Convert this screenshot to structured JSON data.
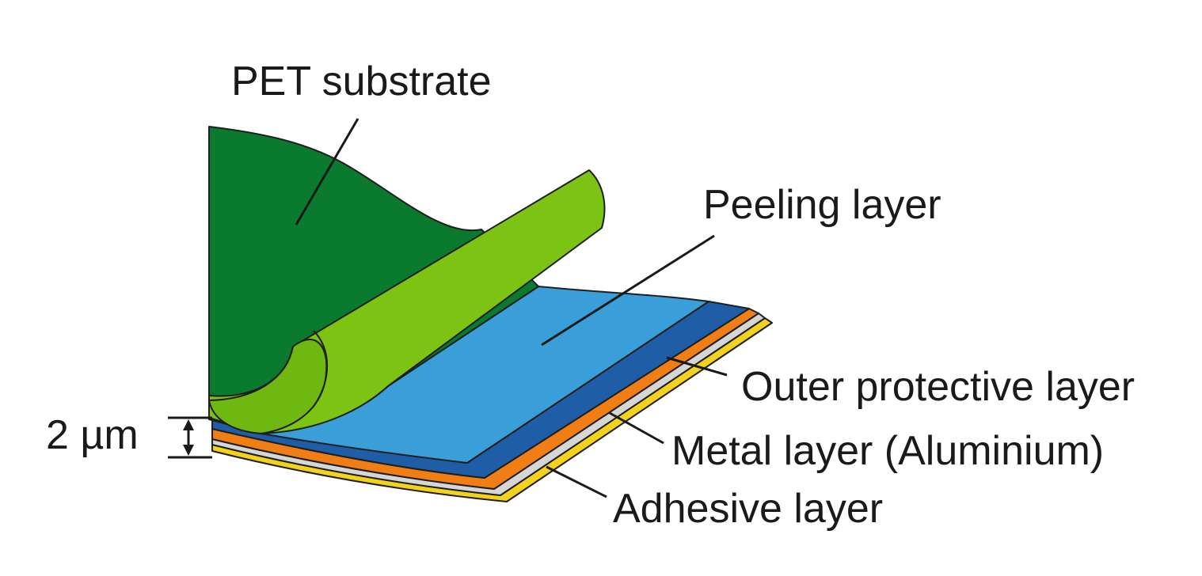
{
  "labels": {
    "pet_substrate": "PET substrate",
    "peeling_layer": "Peeling layer",
    "outer_protective_layer": "Outer protective layer",
    "metal_layer": "Metal layer (Aluminium)",
    "adhesive_layer": "Adhesive layer",
    "thickness": "2 µm"
  },
  "colors": {
    "pet_substrate": "#0a7a2f",
    "peeling_film": "#7dc313",
    "peeling_layer": "#3a9ed9",
    "outer_protective_layer": "#1f5ea6",
    "metal_layer_orange": "#f07e14",
    "metal_layer_silver": "#d6d6d6",
    "adhesive_layer": "#f2d21c"
  }
}
